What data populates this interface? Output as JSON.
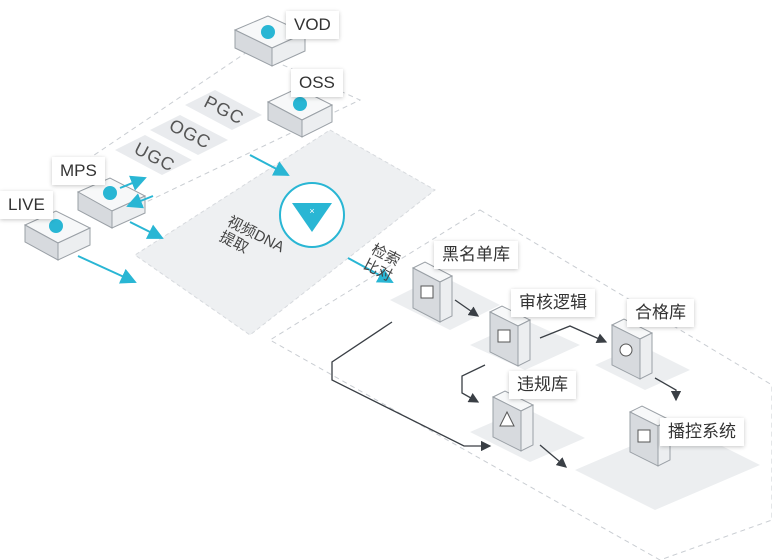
{
  "sources": {
    "vod": "VOD",
    "oss": "OSS",
    "mps": "MPS",
    "live": "LIVE"
  },
  "content_types": [
    "PGC",
    "OGC",
    "UGC"
  ],
  "dna_label_line1": "视频DNA",
  "dna_label_line2": "提取",
  "retrieve_label_line1": "检索",
  "retrieve_label_line2": "比对",
  "nodes": {
    "blacklist": "黑名单库",
    "review_logic": "审核逻辑",
    "qualified": "合格库",
    "violation": "违规库",
    "playback": "播控系统"
  },
  "colors": {
    "accent": "#29b6d4",
    "plate": "#eef0f2",
    "dashed": "#c9cdd2",
    "box_front": "#d7dade"
  }
}
